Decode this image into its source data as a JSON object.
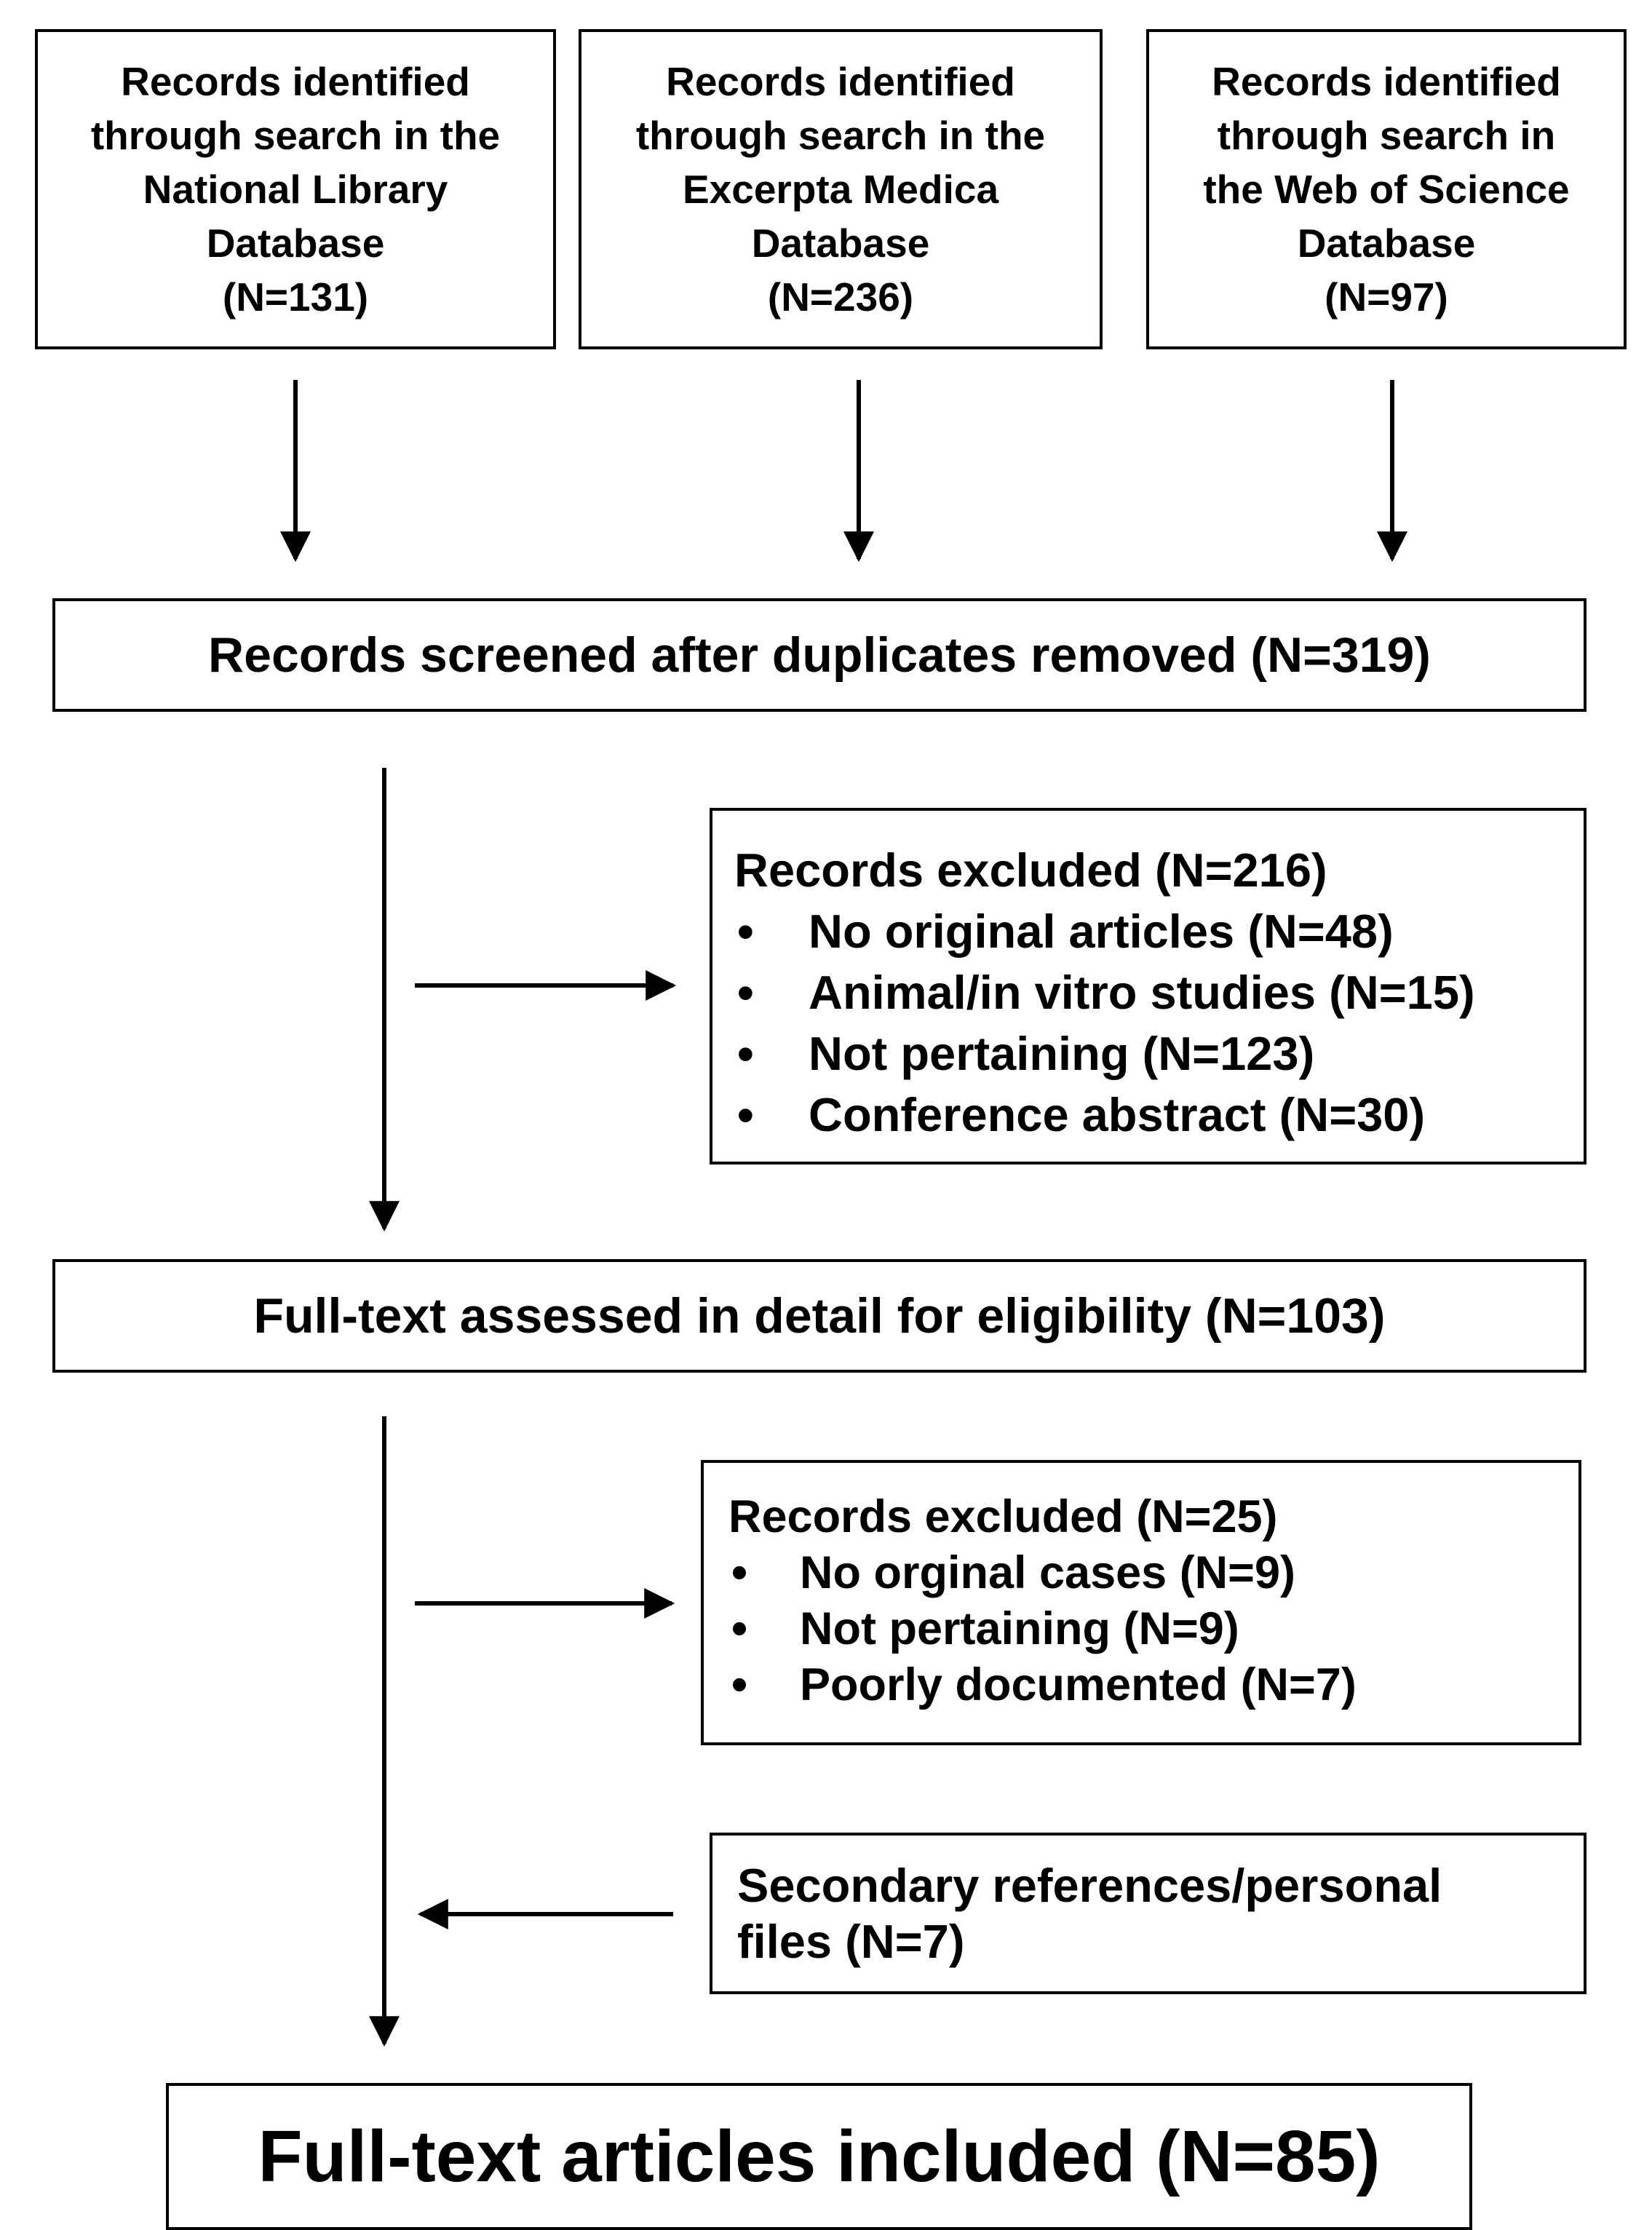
{
  "sources": [
    {
      "lines": [
        "Records identified",
        "through search in the",
        "National Library",
        "Database",
        "(N=131)"
      ]
    },
    {
      "lines": [
        "Records identified",
        "through search in the",
        "Excerpta Medica",
        "Database",
        "(N=236)"
      ]
    },
    {
      "lines": [
        "Records identified",
        "through search in",
        "the Web of Science",
        "Database",
        "(N=97)"
      ]
    }
  ],
  "screened": {
    "label": "Records screened after duplicates removed (N=319)"
  },
  "excluded_first": {
    "title": "Records excluded (N=216)",
    "bullet": "•",
    "items": [
      "No original articles (N=48)",
      "Animal/in vitro studies (N=15)",
      "Not pertaining (N=123)",
      "Conference abstract (N=30)"
    ]
  },
  "fulltext": {
    "label": "Full-text assessed in detail for eligibility (N=103)"
  },
  "excluded_second": {
    "title": "Records excluded (N=25)",
    "bullet": "•",
    "items": [
      "No orginal cases (N=9)",
      "Not pertaining (N=9)",
      "Poorly documented (N=7)"
    ]
  },
  "secondary": {
    "lines": [
      "Secondary references/personal",
      "files (N=7)"
    ]
  },
  "included": {
    "label": "Full-text articles included (N=85)"
  }
}
